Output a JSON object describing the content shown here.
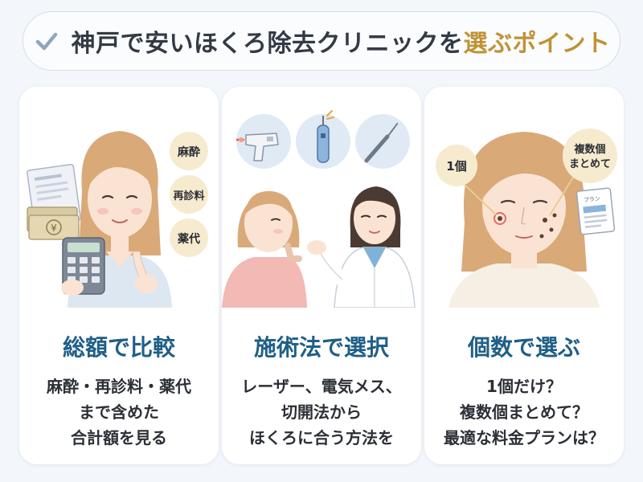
{
  "banner": {
    "title_main": "神戸で安いほくろ除去クリニックを",
    "title_accent": "選ぶポイント",
    "icon": "check-icon",
    "accent_color": "#bf9335"
  },
  "cards": [
    {
      "heading": "総額で比較",
      "lines": [
        "麻酔・再診料・薬代",
        "まで含めた",
        "合計額を見る"
      ],
      "bubbles": [
        "麻酔",
        "再診料",
        "薬代"
      ],
      "icons": [
        "calculator-icon",
        "receipt-icon",
        "yen-bills-icon"
      ]
    },
    {
      "heading": "施術法で選択",
      "lines": [
        "レーザー、電気メス、",
        "切開法から",
        "ほくろに合う方法を"
      ],
      "icons": [
        "laser-gun-icon",
        "electric-scalpel-icon",
        "scalpel-icon"
      ]
    },
    {
      "heading": "個数で選ぶ",
      "lines": [
        "1個だけ？",
        "複数個まとめて？",
        "最適な料金プランは？"
      ],
      "bubbles": [
        "1個",
        "複数個",
        "まとめて"
      ],
      "plan_label": "プラン",
      "icons": [
        "price-plan-icon"
      ]
    }
  ],
  "colors": {
    "heading": "#1f5f87",
    "hair": "#d9a978",
    "skin": "#fbe3d3",
    "bubble": "#f6ebcf",
    "icon_circle": "#dfeaf5"
  }
}
